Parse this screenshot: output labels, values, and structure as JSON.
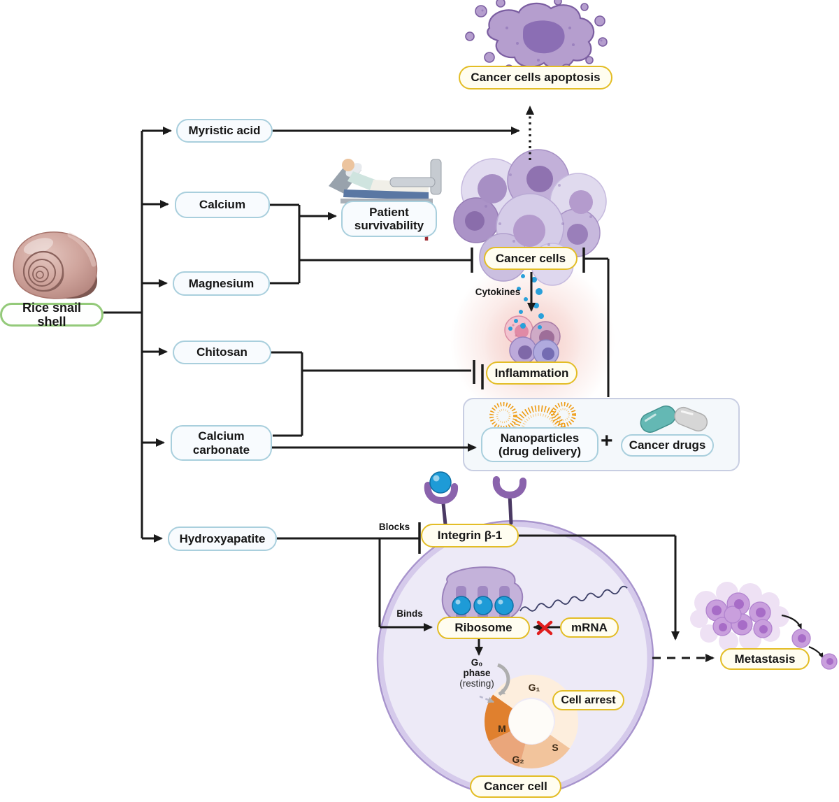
{
  "diagram": {
    "source_label": "Rice snail shell",
    "components": {
      "myristic_acid": "Myristic acid",
      "calcium": "Calcium",
      "magnesium": "Magnesium",
      "chitosan": "Chitosan",
      "calcium_carbonate": "Calcium carbonate",
      "hydroxyapatite": "Hydroxyapatite"
    },
    "effects": {
      "cancer_cells_apoptosis": "Cancer cells apoptosis",
      "patient_survivability": "Patient survivability",
      "cancer_cells": "Cancer cells",
      "inflammation": "Inflammation",
      "nanoparticles_line1": "Nanoparticles",
      "nanoparticles_line2": "(drug delivery)",
      "plus_sign": "+",
      "cancer_drugs": "Cancer drugs",
      "integrin_b1": "Integrin β-1",
      "ribosome": "Ribosome",
      "mrna": "mRNA",
      "cell_arrest": "Cell arrest",
      "cancer_cell": "Cancer cell",
      "metastasis": "Metastasis"
    },
    "edge_labels": {
      "cytokines": "Cytokines",
      "blocks": "Blocks",
      "binds": "Binds"
    },
    "cell_cycle": {
      "g0": [
        "G₀",
        "phase",
        "(resting)"
      ],
      "phases": {
        "g1": "G₁",
        "s": "S",
        "g2": "G₂",
        "m": "M"
      },
      "phase_colors": {
        "g1": "#fdeedd",
        "s": "#f2c49c",
        "g2": "#eaa67b",
        "m": "#e0802e"
      }
    },
    "colors": {
      "box_blue_border": "#a9cfdd",
      "box_yellow_border": "#e3bd25",
      "box_green_border": "#94ca7a",
      "arrow_black": "#1a1a1a",
      "arrow_red": "#9e2b33",
      "cell_purple": "#b59ece",
      "cell_membrane": "#b7a6d6",
      "cytokine_blue": "#29a0da",
      "liposome_orange": "#ef9c15",
      "capsule_teal": "#64b8b4",
      "inflammation_glow": "#f6cfca"
    }
  }
}
